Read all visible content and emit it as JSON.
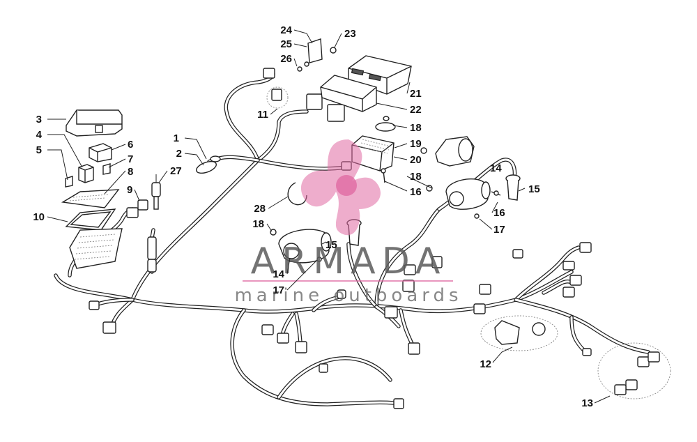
{
  "watermark": {
    "brand": "ARMADA",
    "subtitle": "marine outboards",
    "accent_color": "#e06aa3"
  },
  "callouts": [
    "1",
    "2",
    "3",
    "4",
    "5",
    "6",
    "7",
    "8",
    "9",
    "10",
    "11",
    "12",
    "13",
    "14",
    "14",
    "15",
    "15",
    "16",
    "16",
    "17",
    "17",
    "18",
    "18",
    "18",
    "19",
    "20",
    "21",
    "22",
    "23",
    "24",
    "25",
    "26",
    "27",
    "28"
  ]
}
